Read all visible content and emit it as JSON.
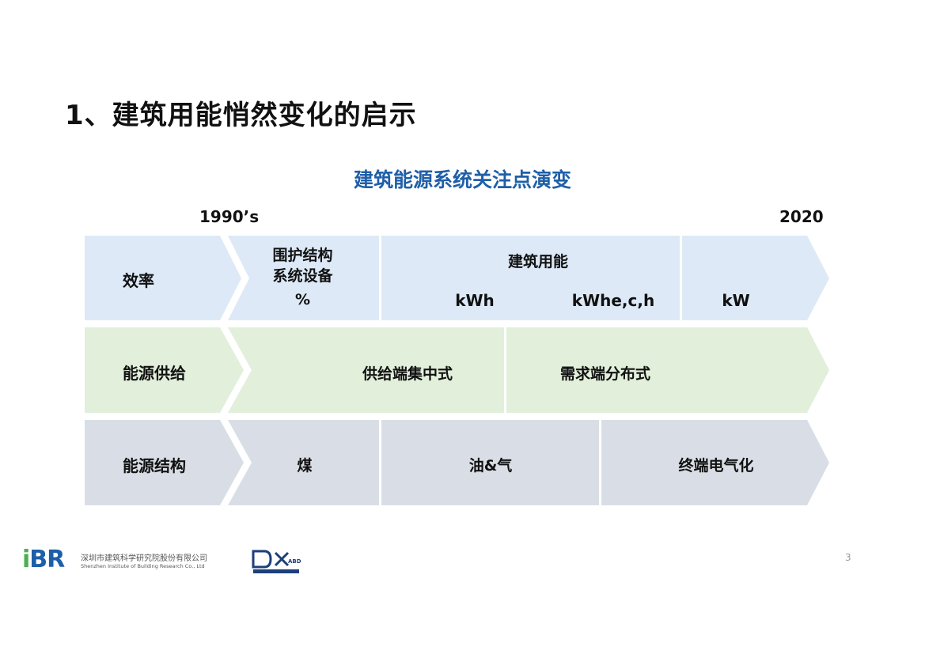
{
  "slide": {
    "title": "1、建筑用能悄然变化的启示",
    "page_number": "3"
  },
  "diagram": {
    "title": "建筑能源系统关注点演变",
    "year_start": "1990’s",
    "year_end": "2020",
    "rows": [
      {
        "label": "效率",
        "color": "#dde9f6",
        "cells": [
          {
            "lines": [
              "围护结构",
              "系统设备",
              "%"
            ]
          },
          {
            "header": "建筑用能",
            "units": [
              "kWh",
              "kWhe,c,h"
            ]
          },
          {
            "text": "kW"
          }
        ]
      },
      {
        "label": "能源供给",
        "color": "#e2efdb",
        "cells": [
          {
            "text": "供给端集中式"
          },
          {
            "text": "需求端分布式"
          }
        ]
      },
      {
        "label": "能源结构",
        "color": "#d9dee6",
        "cells": [
          {
            "text": "煤"
          },
          {
            "text": "油&气"
          },
          {
            "text": "终端电气化"
          }
        ]
      }
    ]
  },
  "footer": {
    "logo_text": "iBR",
    "org_cn": "深圳市建筑科学研究院股份有限公司",
    "org_en": "Shenzhen Institute of Building Research Co., Ltd",
    "partner_logo_text": "ABD",
    "colors": {
      "ibr_blue": "#1d5fa8",
      "ibr_green": "#4caf50"
    }
  }
}
